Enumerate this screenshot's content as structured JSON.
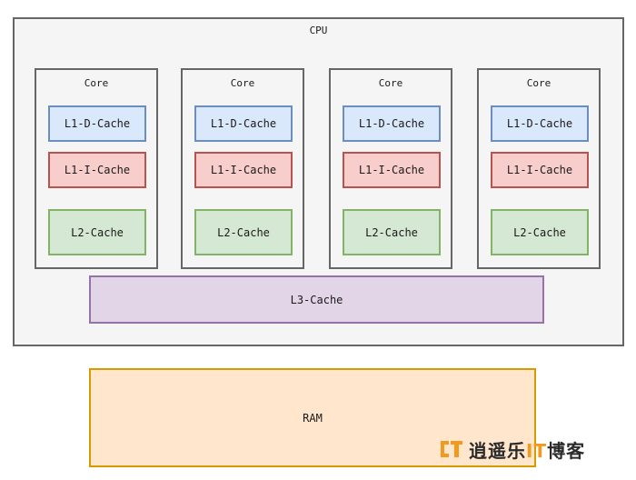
{
  "diagram": {
    "cpu_label": "CPU",
    "cores": [
      {
        "label": "Core",
        "l1d": "L1-D-Cache",
        "l1i": "L1-I-Cache",
        "l2": "L2-Cache"
      },
      {
        "label": "Core",
        "l1d": "L1-D-Cache",
        "l1i": "L1-I-Cache",
        "l2": "L2-Cache"
      },
      {
        "label": "Core",
        "l1d": "L1-D-Cache",
        "l1i": "L1-I-Cache",
        "l2": "L2-Cache"
      },
      {
        "label": "Core",
        "l1d": "L1-D-Cache",
        "l1i": "L1-I-Cache",
        "l2": "L2-Cache"
      }
    ],
    "l3_label": "L3-Cache",
    "ram_label": "RAM"
  },
  "watermark": {
    "part1": "逍遥乐",
    "part2": "IT",
    "part3": "博客"
  },
  "colors": {
    "container_fill": "#f5f5f5",
    "container_stroke": "#666666",
    "l1d_fill": "#dae8fc",
    "l1d_stroke": "#6c8ebf",
    "l1i_fill": "#f8cecc",
    "l1i_stroke": "#b85450",
    "l2_fill": "#d5e8d4",
    "l2_stroke": "#82b366",
    "l3_fill": "#e1d5e7",
    "l3_stroke": "#9673a6",
    "ram_fill": "#ffe6cc",
    "ram_stroke": "#d79b00",
    "watermark_accent": "#f39a1e"
  }
}
